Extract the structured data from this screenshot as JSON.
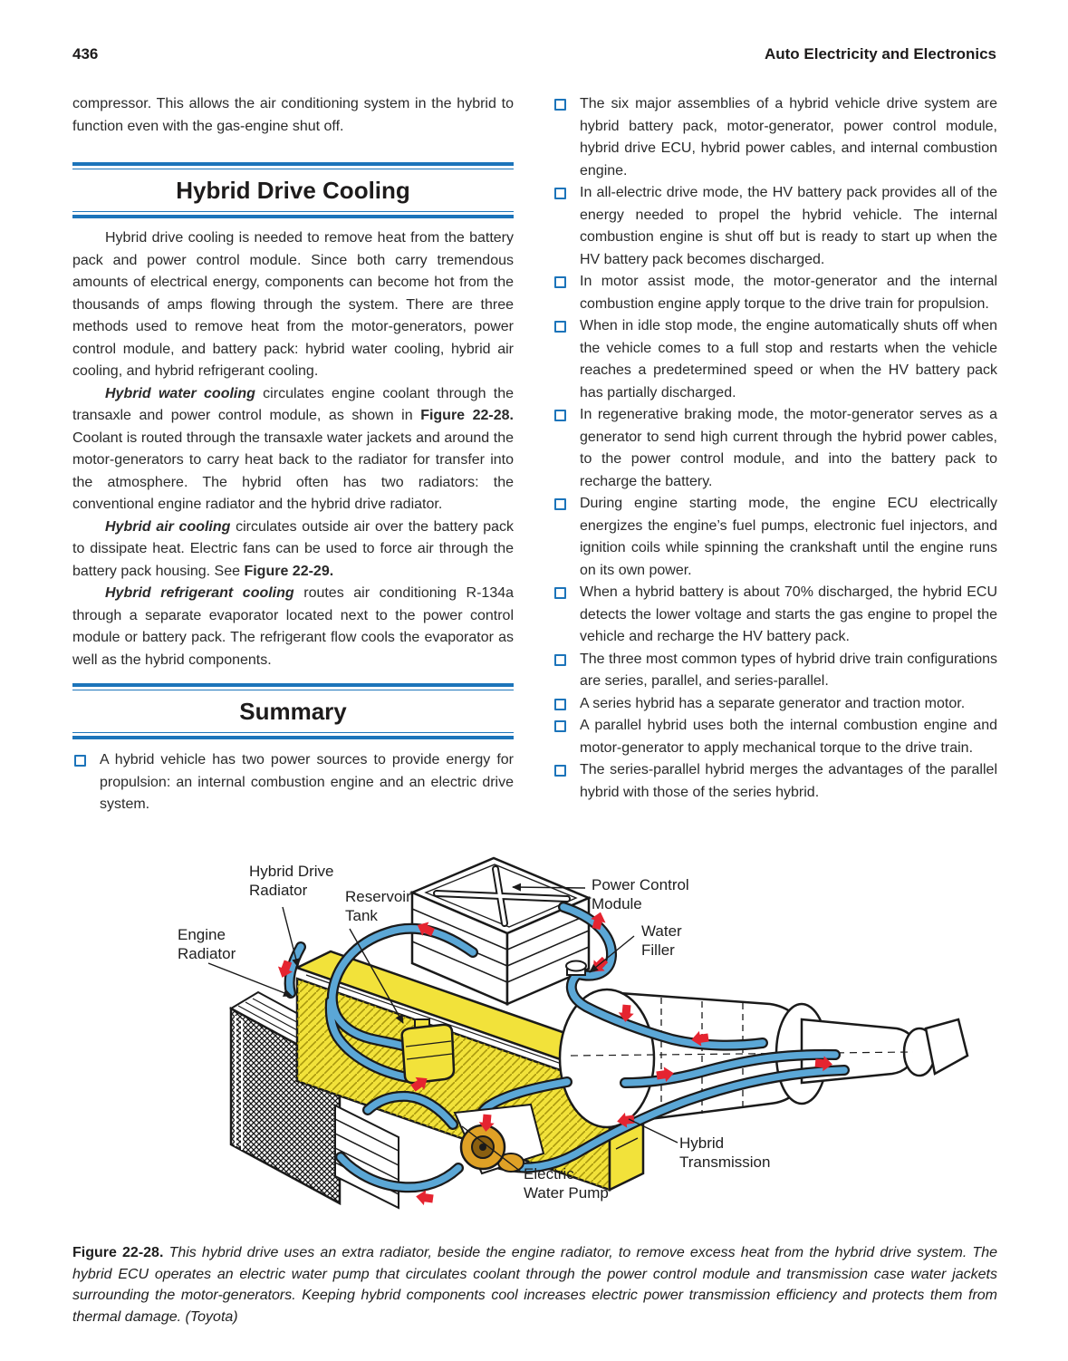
{
  "page": {
    "number": "436",
    "header_right": "Auto Electricity and Electronics"
  },
  "colors": {
    "accent_blue": "#1c74ba",
    "text_dark": "#2a2a2a",
    "hose_blue": "#5ba7d6",
    "radiator_yellow": "#f2e23a",
    "pump_orange": "#dfa126",
    "flow_arrow_red": "#e52430"
  },
  "left_column": {
    "intro_paragraph": "compressor. This allows the air conditioning system in the hybrid to function even with the gas-engine shut off.",
    "section": {
      "title": "Hybrid Drive Cooling",
      "para1": "Hybrid drive cooling is needed to remove heat from the battery pack and power control module. Since both carry tremendous amounts of electrical energy, components can become hot from the thousands of amps flowing through the system. There are three methods used to remove heat from the motor-generators, power control module, and battery pack: hybrid water cooling, hybrid air cooling, and hybrid refrigerant cooling.",
      "para2_segments": [
        {
          "t": "Hybrid water cooling",
          "b": true,
          "i": true
        },
        {
          "t": " circulates engine coolant through the transaxle and power control module, as shown in "
        },
        {
          "t": "Figure 22-28.",
          "b": true
        },
        {
          "t": " Coolant is routed through the transaxle water jackets and around the motor-generators to carry heat back to the radiator for transfer into the atmosphere. The hybrid often has two radiators: the conventional engine radiator and the hybrid drive radiator."
        }
      ],
      "para3_segments": [
        {
          "t": "Hybrid air cooling",
          "b": true,
          "i": true
        },
        {
          "t": " circulates outside air over the battery pack to dissipate heat. Electric fans can be used to force air through the battery pack housing. See "
        },
        {
          "t": "Figure 22-29.",
          "b": true
        }
      ],
      "para4_segments": [
        {
          "t": "Hybrid refrigerant cooling",
          "b": true,
          "i": true
        },
        {
          "t": " routes air conditioning R-134a through a separate evaporator located next to the power control module or battery pack. The refrigerant flow cools the evaporator as well as the hybrid components."
        }
      ]
    },
    "summary": {
      "title": "Summary",
      "bullets": [
        "A hybrid vehicle has two power sources to provide energy for propulsion: an internal combustion engine and an electric drive system."
      ]
    }
  },
  "right_column": {
    "bullets": [
      "The six major assemblies of a hybrid vehicle drive system are hybrid battery pack, motor-generator, power control module, hybrid drive ECU, hybrid power cables, and internal combustion engine.",
      "In all-electric drive mode, the HV battery pack provides all of the energy needed to propel the hybrid vehicle. The internal combustion engine is shut off but is ready to start up when the HV battery pack becomes discharged.",
      "In motor assist mode, the motor-generator and the internal combustion engine apply torque to the drive train for propulsion.",
      "When in idle stop mode, the engine automatically shuts off when the vehicle comes to a full stop and restarts when the vehicle reaches a predetermined speed or when the HV battery pack has partially discharged.",
      "In regenerative braking mode, the motor-generator serves as a generator to send high current through the hybrid power cables, to the power control module, and into the battery pack to recharge the battery.",
      "During engine starting mode, the engine ECU electrically energizes the engine’s fuel pumps, electronic fuel injectors, and ignition coils while spinning the crankshaft until the engine runs on its own power.",
      "When a hybrid battery is about 70% discharged, the hybrid ECU detects the lower voltage and starts the gas engine to propel the vehicle and recharge the HV battery pack.",
      "The three most common types of hybrid drive train configurations are series, parallel, and series-parallel.",
      "A series hybrid has a separate generator and traction motor.",
      "A parallel hybrid uses both the internal combustion engine and motor-generator to apply mechanical torque to the drive train.",
      "The series-parallel hybrid merges the advantages of the parallel hybrid with those of the series hybrid."
    ]
  },
  "figure": {
    "labels": {
      "hybrid_drive_radiator": "Hybrid Drive\nRadiator",
      "reservoir_tank": "Reservoir\nTank",
      "engine_radiator": "Engine\nRadiator",
      "power_control_module": "Power Control\nModule",
      "water_filler": "Water\nFiller",
      "electric_water_pump": "Electric\nWater Pump",
      "hybrid_transmission": "Hybrid\nTransmission"
    },
    "caption_segments": [
      {
        "t": "Figure 22-28. ",
        "b": true
      },
      {
        "t": "This hybrid drive uses an extra radiator, beside the engine radiator, to remove excess heat from the hybrid drive system. The hybrid ECU operates an electric water pump that circulates coolant through the power control module and transmission case water jackets surrounding the motor-generators. Keeping hybrid components cool increases electric power transmission efficiency and protects them from thermal damage. (Toyota)",
        "i": true
      }
    ]
  }
}
